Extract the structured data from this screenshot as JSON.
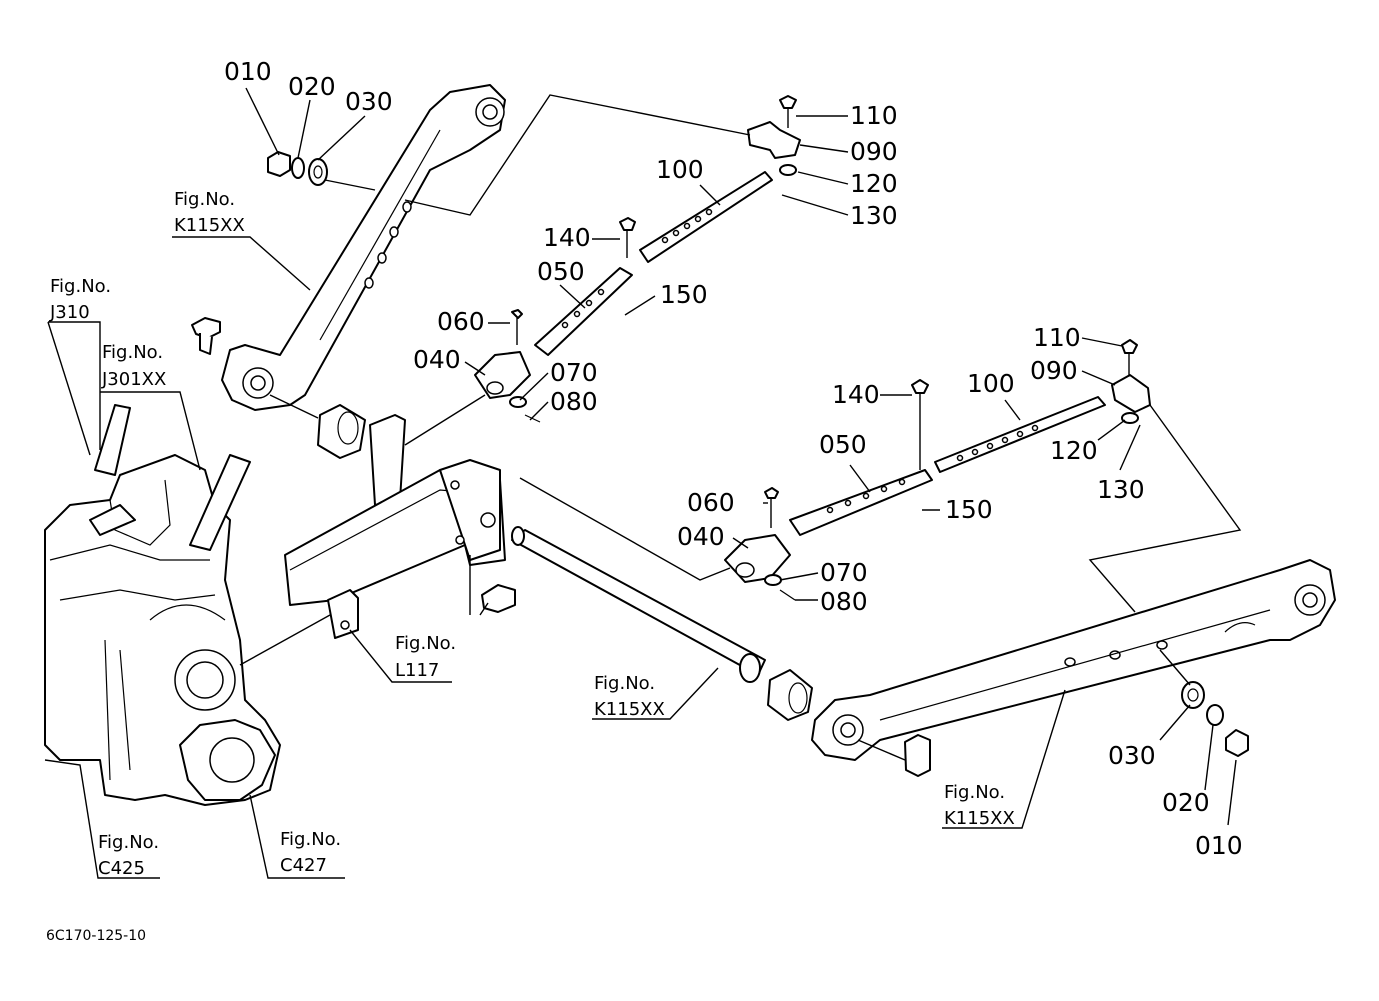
{
  "callouts": {
    "left_arm": {
      "n010": "010",
      "n020": "020",
      "n030": "030",
      "n100": "100",
      "n110": "110",
      "n090": "090",
      "n120": "120",
      "n130": "130",
      "n140": "140",
      "n050": "050",
      "n150": "150",
      "n060": "060",
      "n040": "040",
      "n070": "070",
      "n080": "080"
    },
    "right_arm": {
      "n110": "110",
      "n090": "090",
      "n100": "100",
      "n140": "140",
      "n050": "050",
      "n120": "120",
      "n130": "130",
      "n060": "060",
      "n150": "150",
      "n040": "040",
      "n070": "070",
      "n080": "080",
      "n030": "030",
      "n020": "020",
      "n010": "010"
    }
  },
  "figure_refs": [
    {
      "prefix": "Fig.No.",
      "code": "K115XX"
    },
    {
      "prefix": "Fig.No.",
      "code": "J310"
    },
    {
      "prefix": "Fig.No.",
      "code": "J301XX"
    },
    {
      "prefix": "Fig.No.",
      "code": "L117"
    },
    {
      "prefix": "Fig.No.",
      "code": "K115XX"
    },
    {
      "prefix": "Fig.No.",
      "code": "K115XX"
    },
    {
      "prefix": "Fig.No.",
      "code": "C425"
    },
    {
      "prefix": "Fig.No.",
      "code": "C427"
    }
  ],
  "footer": {
    "drawing_id": "6C170-125-10"
  }
}
